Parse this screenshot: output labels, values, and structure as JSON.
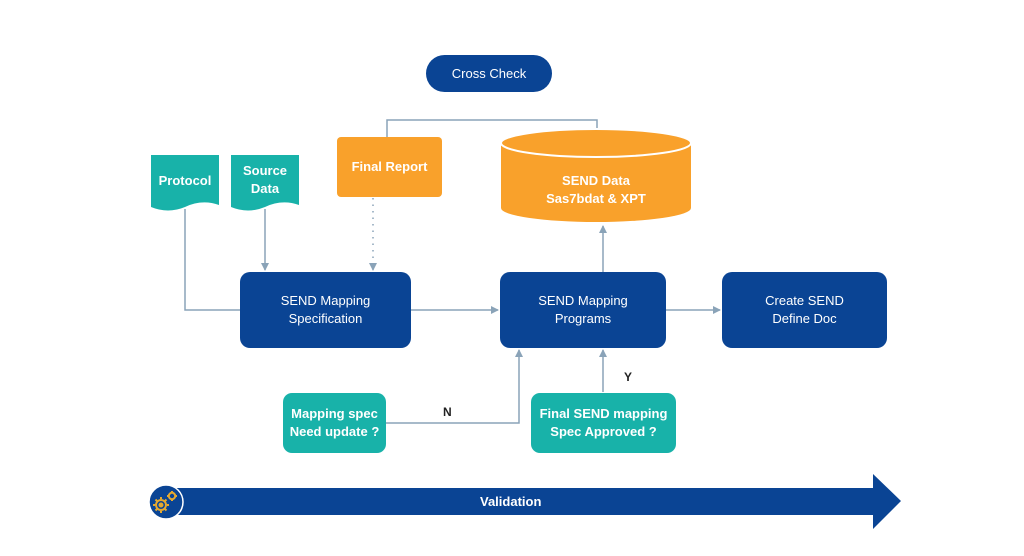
{
  "nodes": {
    "cross_check": "Cross Check",
    "protocol": "Protocol",
    "source_data": [
      "Source",
      "Data"
    ],
    "final_report": "Final Report",
    "send_data": [
      "SEND Data",
      "Sas7bdat & XPT"
    ],
    "send_mapping_spec": [
      "SEND Mapping",
      "Specification"
    ],
    "send_mapping_programs": [
      "SEND Mapping",
      "Programs"
    ],
    "create_send_define": [
      "Create SEND",
      "Define Doc"
    ],
    "mapping_spec_update": [
      "Mapping spec",
      "Need update ?"
    ],
    "final_spec_approved": [
      "Final SEND mapping",
      "Spec Approved ?"
    ]
  },
  "edge_labels": {
    "no": "N",
    "yes": "Y"
  },
  "validation_bar": {
    "label": "Validation",
    "icon": "gears-icon"
  },
  "colors": {
    "dark_blue": "#0a4494",
    "teal": "#18b2a9",
    "orange": "#f9a12b",
    "connector": "#8aa3b8",
    "gear": "#e6a92f"
  }
}
